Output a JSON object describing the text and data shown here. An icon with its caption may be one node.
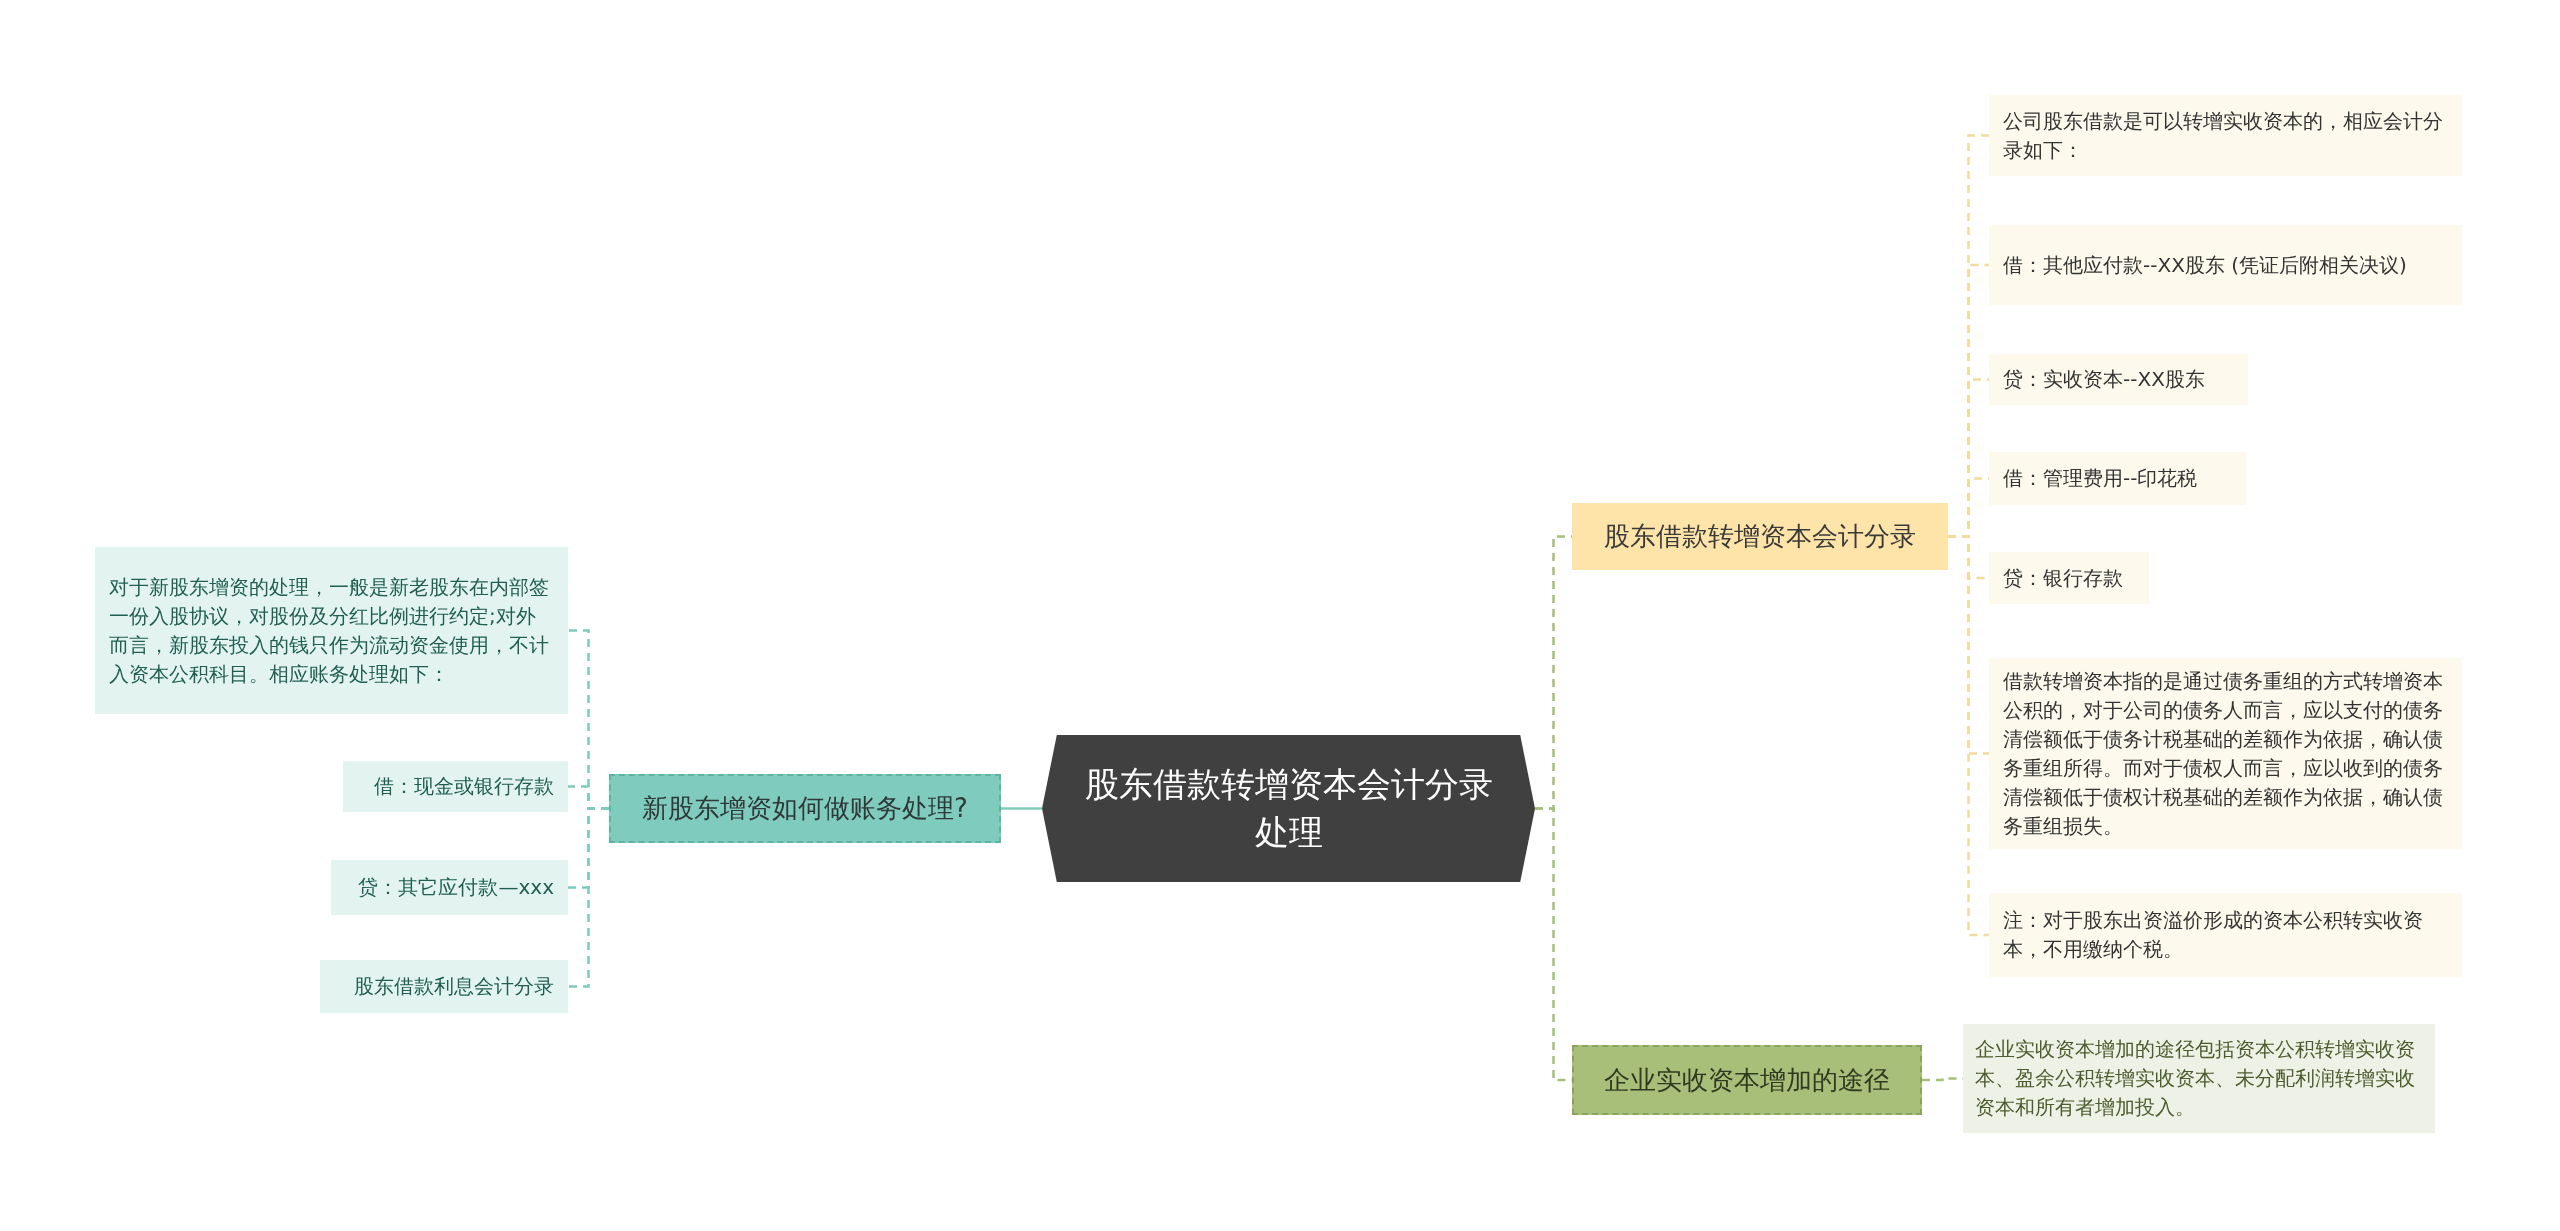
{
  "diagram": {
    "nodes": [
      {
        "text": [
          "股东借款转增资本会计分录处理"
        ]
      },
      {
        "text": [
          "新股东增资如何做账务处理?"
        ]
      },
      {
        "text": [
          "对于新股东增资的处理，一般是新老股东在内部签一份入股协议，对股份及分红比例进行约定;对外而言，新股东投入的钱只作为流动资金使用，不计入资本公积科目。相应账务处理如下："
        ]
      },
      {
        "text": [
          "借：现金或银行存款"
        ]
      },
      {
        "text": [
          "贷：其它应付款—xxx"
        ]
      },
      {
        "text": [
          "股东借款利息会计分录"
        ]
      },
      {
        "text": [
          "股东借款转增资本会计分录"
        ]
      },
      {
        "text": [
          "公司股东借款是可以转增实收资本的，相应会计分录如下："
        ]
      },
      {
        "text": [
          "借：其他应付款--XX股东 (凭证后附相关决议)"
        ]
      },
      {
        "text": [
          "贷：实收资本--XX股东"
        ]
      },
      {
        "text": [
          "借：管理费用--印花税"
        ]
      },
      {
        "text": [
          "贷：银行存款"
        ]
      },
      {
        "text": [
          "借款转增资本指的是通过债务重组的方式转增资本公积的，对于公司的债务人而言，应以支付的债务清偿额低于债务计税基础的差额作为依据，确认债务重组所得。而对于债权人而言，应以收到的债务清偿额低于债权计税基础的差额作为依据，确认债务重组损失。"
        ]
      },
      {
        "text": [
          "注：对于股东出资溢价形成的资本公积转实收资本，不用缴纳个税。"
        ]
      },
      {
        "text": [
          "企业实收资本增加的途径"
        ]
      },
      {
        "text": [
          "企业实收资本增加的途径包括资本公积转增实收资本、盈余公积转增实收资本、未分配利润转增实收资本和所有者增加投入。"
        ]
      }
    ],
    "edges": [
      {
        "from": 0,
        "to": 1,
        "arrow": "none",
        "color": "#7fcbbd"
      },
      {
        "from": 1,
        "to": 2,
        "arrow": "none",
        "style": "dashed",
        "color": "#7fcbbd"
      },
      {
        "from": 1,
        "to": 3,
        "arrow": "none",
        "style": "dashed",
        "color": "#7fcbbd"
      },
      {
        "from": 1,
        "to": 4,
        "arrow": "none",
        "style": "dashed",
        "color": "#7fcbbd"
      },
      {
        "from": 1,
        "to": 5,
        "arrow": "none",
        "style": "dashed",
        "color": "#7fcbbd"
      },
      {
        "from": 0,
        "to": 6,
        "arrow": "none",
        "style": "dashed",
        "color": "#a7bf78"
      },
      {
        "from": 6,
        "to": 7,
        "arrow": "none",
        "style": "dashed"
      },
      {
        "from": 6,
        "to": 8,
        "arrow": "none",
        "style": "dashed"
      },
      {
        "from": 6,
        "to": 9,
        "arrow": "none",
        "style": "dashed"
      },
      {
        "from": 6,
        "to": 10,
        "arrow": "none",
        "style": "dashed"
      },
      {
        "from": 6,
        "to": 11,
        "arrow": "none",
        "style": "dashed"
      },
      {
        "from": 6,
        "to": 12,
        "arrow": "none",
        "style": "dashed"
      },
      {
        "from": 6,
        "to": 13,
        "arrow": "none",
        "style": "dashed"
      },
      {
        "from": 0,
        "to": 14,
        "arrow": "none",
        "style": "dashed",
        "color": "#a7bf78"
      },
      {
        "from": 14,
        "to": 15,
        "arrow": "none",
        "style": "dashed",
        "color": "#a7bf78"
      }
    ]
  }
}
